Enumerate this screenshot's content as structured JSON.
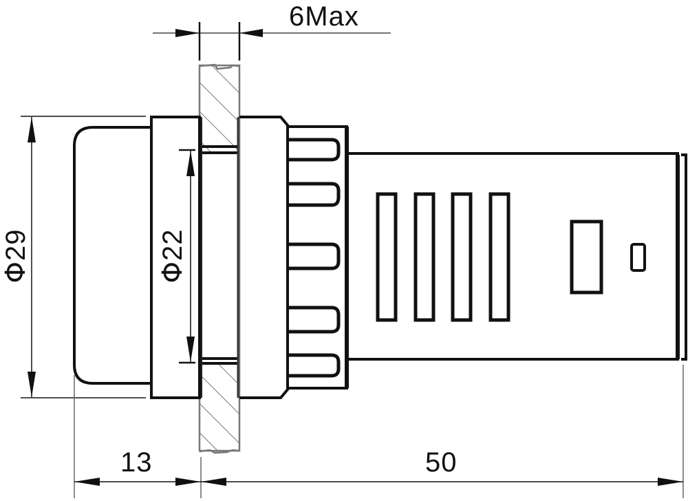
{
  "drawing": {
    "title": "Panel indicator lamp dimensional drawing",
    "units": "mm",
    "colors": {
      "outline": "#111111",
      "panel": "#7a7a7a",
      "dimension": "#444444",
      "background": "#ffffff"
    }
  },
  "dimensions": {
    "panel_thickness": {
      "label": "6Max",
      "value": 6,
      "qualifier": "Max"
    },
    "bezel_diameter": {
      "symbol": "Φ",
      "value": "29",
      "label": "Φ29"
    },
    "mounting_hole_diameter": {
      "symbol": "Φ",
      "value": "22",
      "label": "Φ22"
    },
    "front_depth": {
      "label": "13",
      "value": 13
    },
    "rear_depth": {
      "label": "50",
      "value": 50
    }
  },
  "components": [
    {
      "name": "lens-cap",
      "description": "Rounded front lens"
    },
    {
      "name": "bezel",
      "description": "Front bezel ring"
    },
    {
      "name": "mounting-panel",
      "description": "Hatched panel section"
    },
    {
      "name": "lock-nut",
      "description": "Mounting nut behind panel"
    },
    {
      "name": "ribbed-collar",
      "description": "Collar with 5 ribs"
    },
    {
      "name": "rear-body",
      "description": "Rear housing with vent slots"
    }
  ],
  "features": {
    "rib_count": 5,
    "vent_slot_count": 4,
    "rear_window_count": 2
  }
}
